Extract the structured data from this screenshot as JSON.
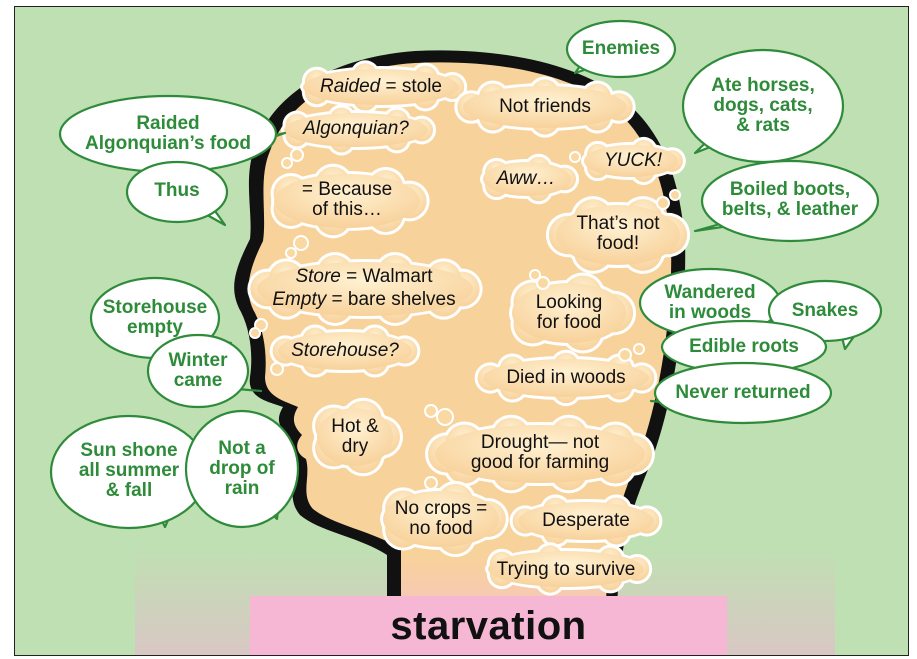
{
  "colors": {
    "background": "#bfe0b2",
    "head_fill": "#f8d29b",
    "head_outline": "#111111",
    "cloud_fill": "#fbdca6",
    "green_text": "#2e8b3a",
    "banner": "#f5b7d3"
  },
  "title": "starvation",
  "clouds": {
    "raided_stole": {
      "term": "Raided",
      "rest": " = stole"
    },
    "algonquian": "Algonquian?",
    "not_friends": "Not friends",
    "yuck": "YUCK!",
    "aww": "Aww…",
    "because": [
      "= Because",
      "of this…"
    ],
    "not_food": [
      "That’s not",
      "food!"
    ],
    "store_walmart": {
      "term": "Store",
      "rest": " = Walmart"
    },
    "empty_shelves": {
      "term": "Empty",
      "rest": " = bare shelves"
    },
    "storehouse_q": "Storehouse?",
    "looking": [
      "Looking",
      "for food"
    ],
    "died": "Died in woods",
    "hot_dry": [
      "Hot &",
      "dry"
    ],
    "drought": [
      "Drought— not",
      "good for farming"
    ],
    "no_crops": [
      "No crops =",
      "no food"
    ],
    "desperate": "Desperate",
    "trying": "Trying to survive"
  },
  "bubbles": {
    "enemies": "Enemies",
    "ate_animals": [
      "Ate horses,",
      "dogs, cats,",
      "& rats"
    ],
    "raided_food": [
      "Raided",
      "Algonquian’s food"
    ],
    "thus": "Thus",
    "boiled_boots": [
      "Boiled boots,",
      "belts, & leather"
    ],
    "storehouse_empty": [
      "Storehouse",
      "empty"
    ],
    "winter": [
      "Winter",
      "came"
    ],
    "wandered": [
      "Wandered",
      "in woods"
    ],
    "snakes": "Snakes",
    "edible_roots": "Edible roots",
    "never_returned": "Never returned",
    "sun_shone": [
      "Sun shone",
      "all summer",
      "& fall"
    ],
    "no_rain": [
      "Not a",
      "drop of",
      "rain"
    ]
  }
}
